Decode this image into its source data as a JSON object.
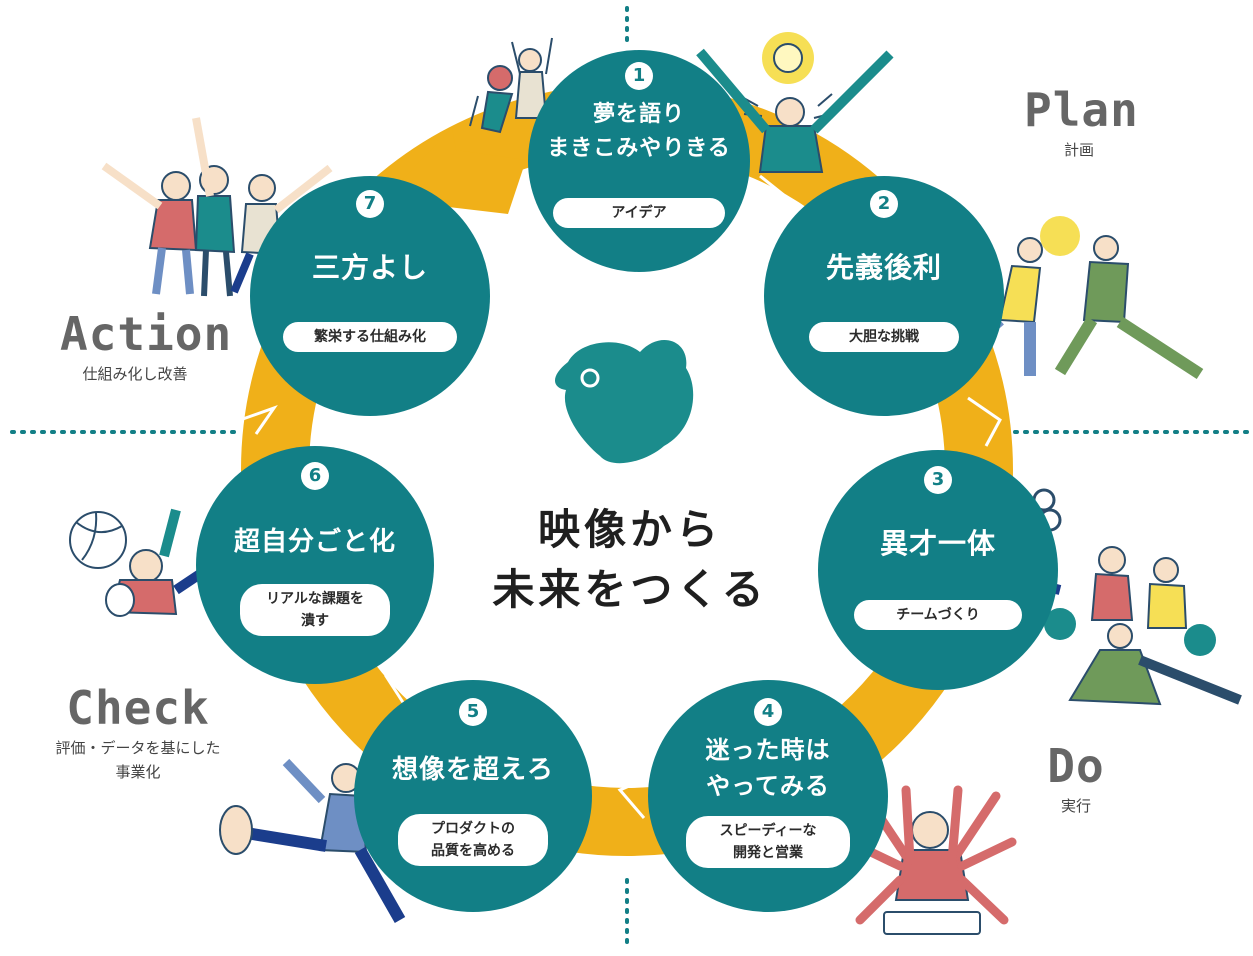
{
  "colors": {
    "teal": "#127f86",
    "gold": "#f0b019",
    "ink": "#3d3d3d",
    "figure_teal": "#1b8c8c",
    "figure_red": "#d56b6b"
  },
  "center": {
    "text": "映像から\n未来をつくる",
    "mascot_icon": "bird-mascot-icon"
  },
  "nodes": [
    {
      "num": "1",
      "title": "夢を語り\nまきこみやりきる",
      "sub": "アイデア"
    },
    {
      "num": "2",
      "title": "先義後利",
      "sub": "大胆な挑戦"
    },
    {
      "num": "3",
      "title": "異才一体",
      "sub": "チームづくり"
    },
    {
      "num": "4",
      "title": "迷った時は\nやってみる",
      "sub": "スピーディーな\n開発と営業"
    },
    {
      "num": "5",
      "title": "想像を超えろ",
      "sub": "プロダクトの\n品質を高める"
    },
    {
      "num": "6",
      "title": "超自分ごと化",
      "sub": "リアルな課題を\n潰す"
    },
    {
      "num": "7",
      "title": "三方よし",
      "sub": "繁栄する仕組み化"
    }
  ],
  "phases": [
    {
      "en": "Plan",
      "ja": "計画"
    },
    {
      "en": "Do",
      "ja": "実行"
    },
    {
      "en": "Check",
      "ja": "評価・データを基にした\n事業化"
    },
    {
      "en": "Action",
      "ja": "仕組み化し改善"
    }
  ],
  "illustrations": [
    "people-cheering-icon",
    "idea-lightbulb-icon",
    "handshake-people-icon",
    "team-cheering-icon",
    "multi-arm-worker-icon",
    "running-person-icon",
    "volleyball-player-icon",
    "pointing-people-icon"
  ]
}
